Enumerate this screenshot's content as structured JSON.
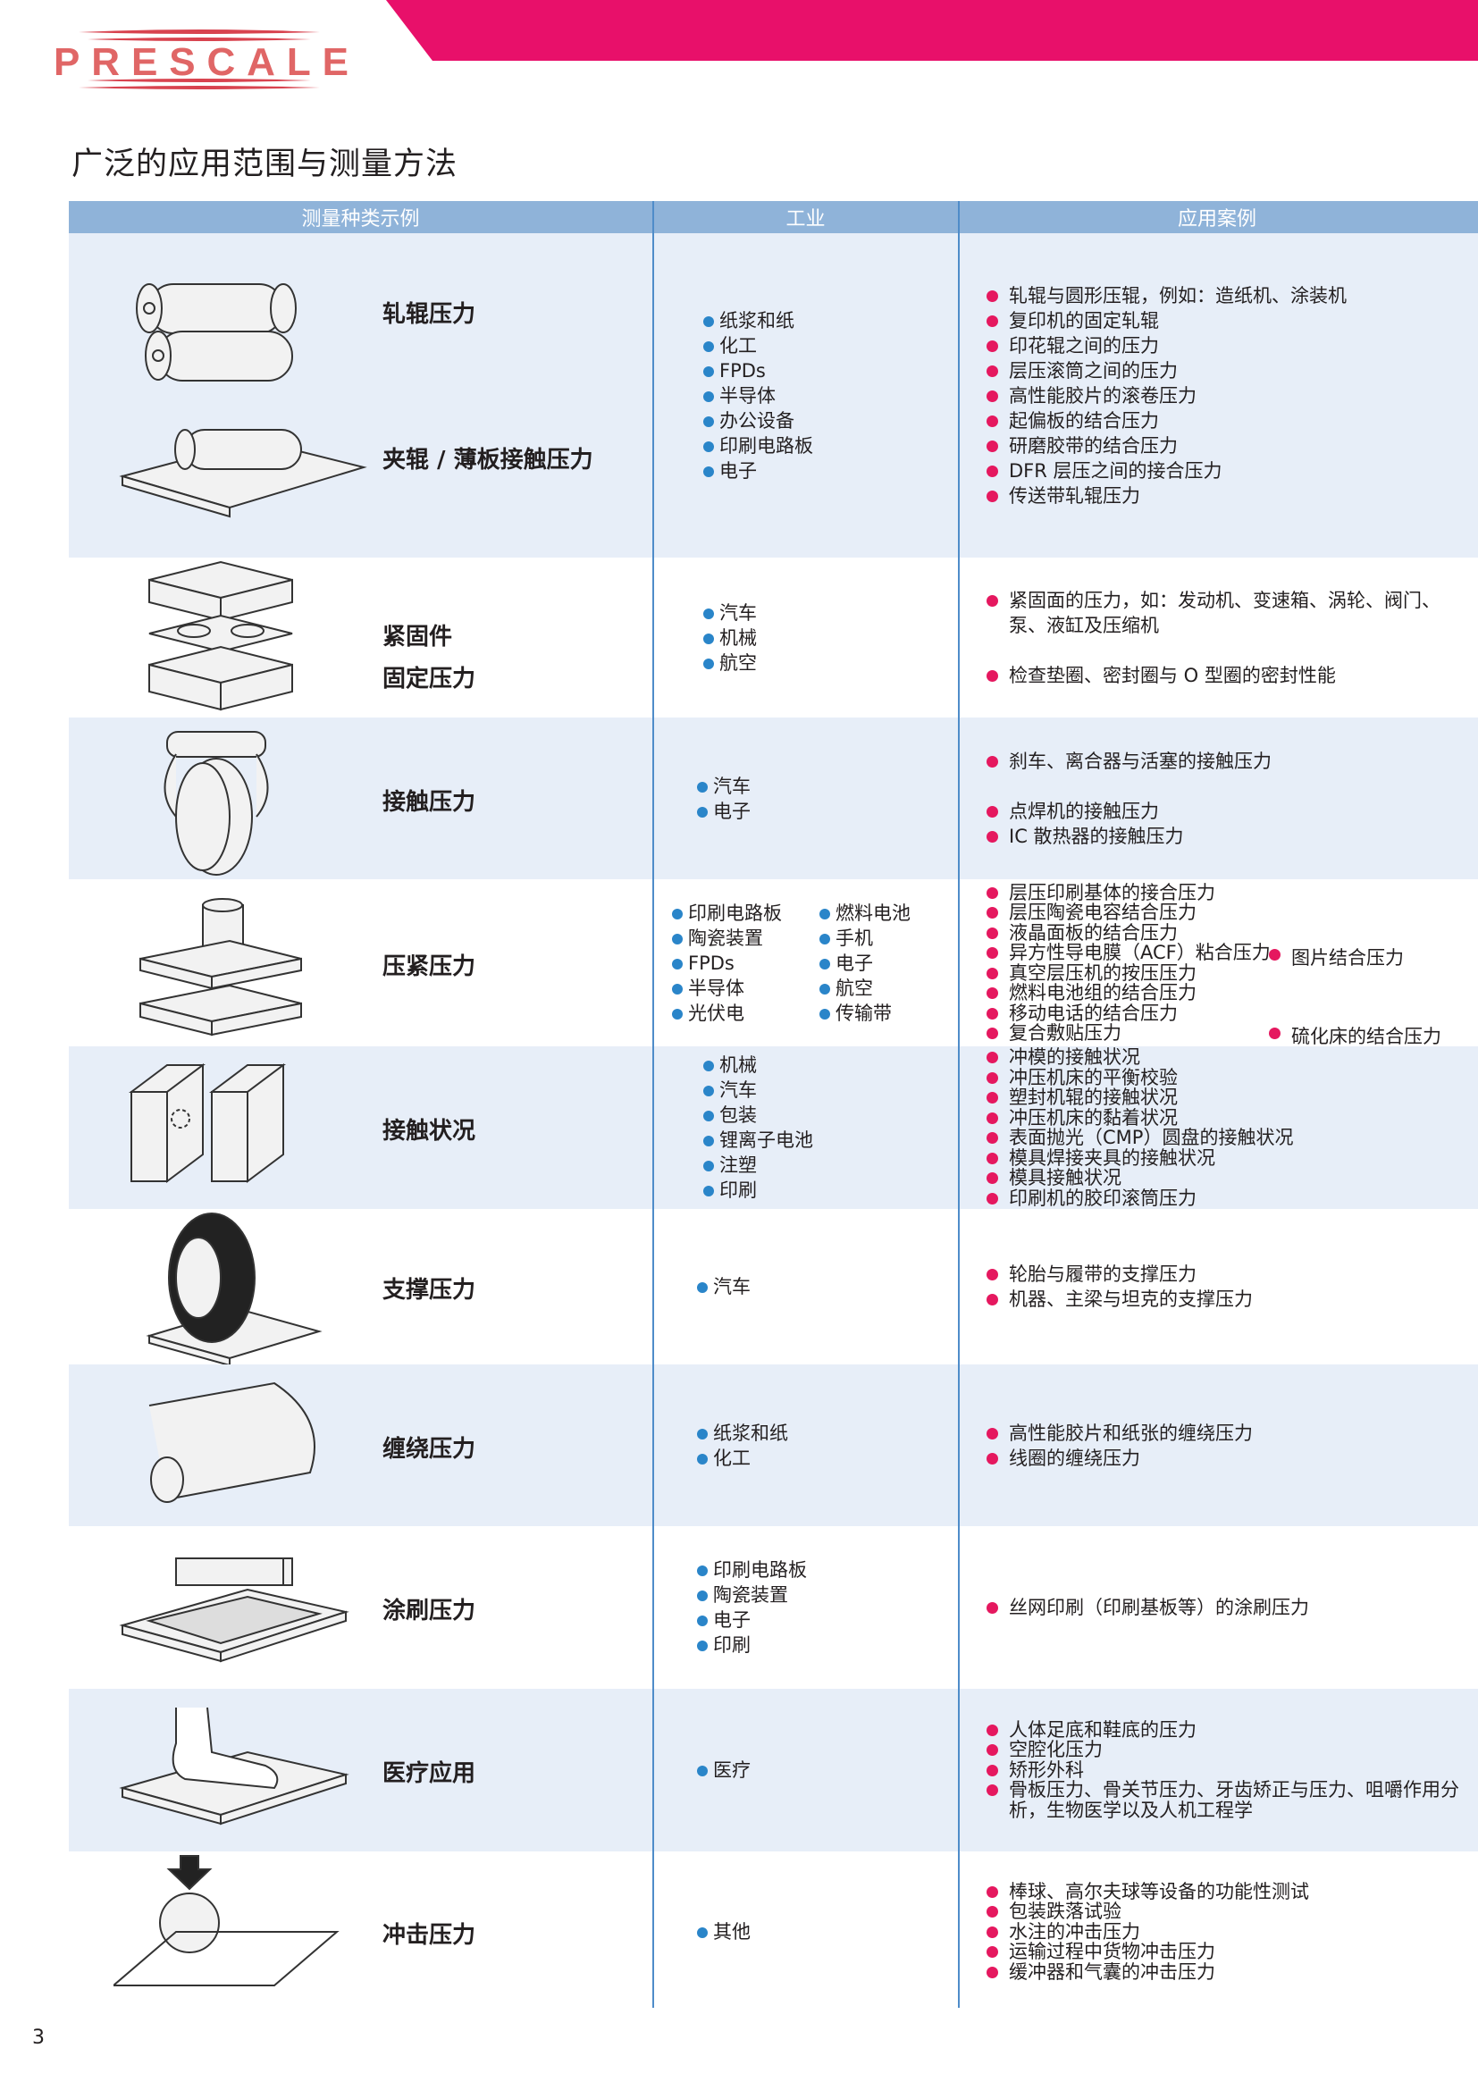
{
  "brand": {
    "logo_text": "PRESCALE",
    "accent": "#E8106A",
    "header_blue": "#8FB3D9",
    "row_blue": "#E7EEF8"
  },
  "page_title": "广泛的应用范围与测量方法",
  "table": {
    "headers": [
      "测量种类示例",
      "工业",
      "应用案例"
    ],
    "rows": [
      {
        "id": "roller",
        "labels": [
          "轧辊压力",
          "夹辊 / 薄板接触压力"
        ],
        "industries": [
          [
            "纸浆和纸",
            "化工",
            "FPDs",
            "半导体",
            "办公设备",
            "印刷电路板",
            "电子"
          ]
        ],
        "applications": [
          [
            "轧辊与圆形压辊，例如：造纸机、涂装机",
            "复印机的固定轧辊",
            "印花辊之间的压力",
            "层压滚筒之间的压力",
            "高性能胶片的滚卷压力",
            "起偏板的结合压力",
            "研磨胶带的结合压力",
            "DFR 层压之间的接合压力",
            "传送带轧辊压力"
          ]
        ]
      },
      {
        "id": "fastener",
        "labels": [
          "紧固件",
          "固定压力"
        ],
        "industries": [
          [
            "汽车",
            "机械",
            "航空"
          ]
        ],
        "applications": [
          [
            "紧固面的压力，如：发动机、变速箱、涡轮、阀门、泵、液缸及压缩机"
          ],
          [
            "检查垫圈、密封圈与 O 型圈的密封性能"
          ]
        ]
      },
      {
        "id": "contact",
        "labels": [
          "接触压力"
        ],
        "industries": [
          [
            "汽车",
            "电子"
          ]
        ],
        "applications": [
          [
            "刹车、离合器与活塞的接触压力"
          ],
          [
            "点焊机的接触压力",
            "IC 散热器的接触压力"
          ]
        ]
      },
      {
        "id": "press",
        "labels": [
          "压紧压力"
        ],
        "industries": [
          [
            "印刷电路板",
            "陶瓷装置",
            "FPDs",
            "半导体",
            "光伏电"
          ],
          [
            "燃料电池",
            "手机",
            "电子",
            "航空",
            "传输带"
          ]
        ],
        "applications": [
          [
            "层压印刷基体的接合压力",
            "层压陶瓷电容结合压力",
            "液晶面板的结合压力",
            "异方性导电膜（ACF）粘合压力",
            "真空层压机的按压压力",
            "燃料电池组的结合压力",
            "移动电话的结合压力",
            "复合敷贴压力"
          ]
        ],
        "side_applications": [
          "图片结合压力",
          "硫化床的结合压力"
        ]
      },
      {
        "id": "state",
        "labels": [
          "接触状况"
        ],
        "industries": [
          [
            "机械",
            "汽车",
            "包装",
            "锂离子电池",
            "注塑",
            "印刷"
          ]
        ],
        "applications": [
          [
            "冲模的接触状况",
            "冲压机床的平衡校验",
            "塑封机辊的接触状况",
            "冲压机床的黏着状况",
            "表面抛光（CMP）圆盘的接触状况",
            "模具焊接夹具的接触状况",
            "模具接触状况",
            "印刷机的胶印滚筒压力"
          ]
        ]
      },
      {
        "id": "support",
        "labels": [
          "支撑压力"
        ],
        "industries": [
          [
            "汽车"
          ]
        ],
        "applications": [
          [
            "轮胎与履带的支撑压力",
            "机器、主梁与坦克的支撑压力"
          ]
        ]
      },
      {
        "id": "winding",
        "labels": [
          "缠绕压力"
        ],
        "industries": [
          [
            "纸浆和纸",
            "化工"
          ]
        ],
        "applications": [
          [
            "高性能胶片和纸张的缠绕压力",
            "线圈的缠绕压力"
          ]
        ]
      },
      {
        "id": "squeegee",
        "labels": [
          "涂刷压力"
        ],
        "industries": [
          [
            "印刷电路板",
            "陶瓷装置",
            "电子",
            "印刷"
          ]
        ],
        "applications": [
          [
            "丝网印刷（印刷基板等）的涂刷压力"
          ]
        ]
      },
      {
        "id": "medical",
        "labels": [
          "医疗应用"
        ],
        "industries": [
          [
            "医疗"
          ]
        ],
        "applications": [
          [
            "人体足底和鞋底的压力",
            "空腔化压力",
            "矫形外科",
            "骨板压力、骨关节压力、牙齿矫正与压力、咀嚼作用分析，生物医学以及人机工程学"
          ]
        ]
      },
      {
        "id": "impact",
        "labels": [
          "冲击压力"
        ],
        "industries": [
          [
            "其他"
          ]
        ],
        "applications": [
          [
            "棒球、高尔夫球等设备的功能性测试",
            "包装跌落试验",
            "水注的冲击压力",
            "运输过程中货物冲击压力",
            "缓冲器和气囊的冲击压力"
          ]
        ]
      }
    ]
  },
  "page_number": "3"
}
